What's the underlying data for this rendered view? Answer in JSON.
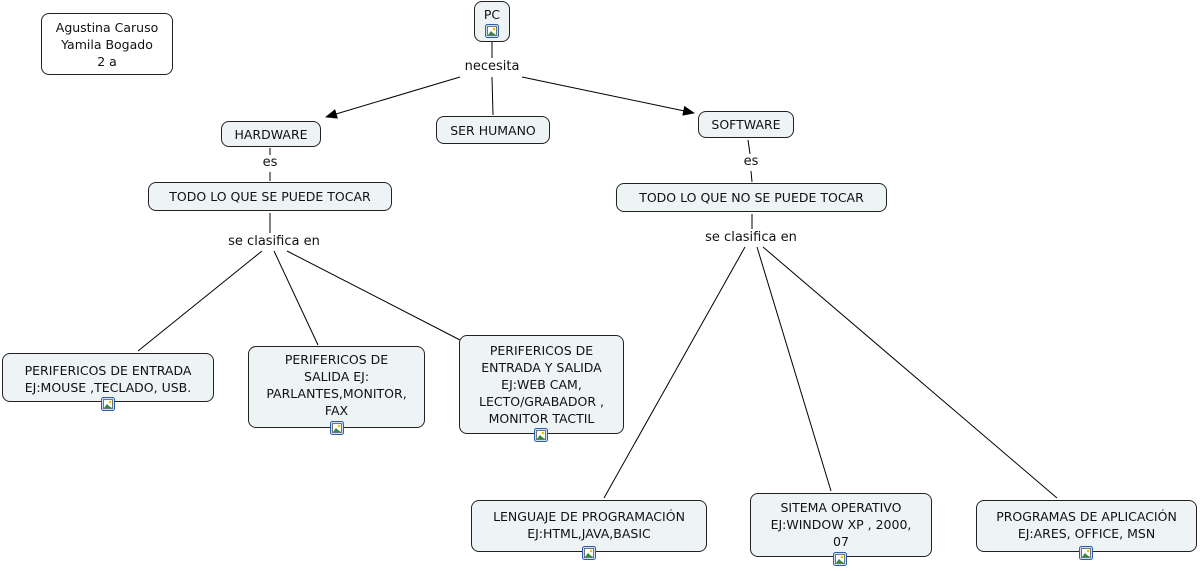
{
  "authors": "Agustina Caruso\nYamila Bogado\n2 a",
  "nodes": {
    "pc": "PC",
    "hardware": "HARDWARE",
    "ser_humano": "SER HUMANO",
    "software": "SOFTWARE",
    "hw_def": "TODO LO QUE SE PUEDE TOCAR",
    "sw_def": "TODO LO QUE NO SE PUEDE TOCAR",
    "perif_entrada": "PERIFERICOS DE ENTRADA\nEJ:MOUSE ,TECLADO, USB.",
    "perif_salida": "PERIFERICOS DE\nSALIDA EJ:\nPARLANTES,MONITOR,\nFAX",
    "perif_es": "PERIFERICOS DE\nENTRADA Y SALIDA\nEJ:WEB CAM,\nLECTO/GRABADOR ,\n MONITOR TACTIL",
    "lenguaje": "LENGUAJE DE PROGRAMACIÓN\nEJ:HTML,JAVA,BASIC",
    "sistema": "SITEMA OPERATIVO\nEJ:WINDOW XP , 2000,\n07",
    "programas": "PROGRAMAS DE APLICACIÓN\nEJ:ARES, OFFICE, MSN"
  },
  "links": {
    "necesita": "necesita",
    "es_hw": "es",
    "es_sw": "es",
    "clasifica_hw": "se clasifica en",
    "clasifica_sw": "se clasifica en"
  },
  "icons": {
    "attached": "image-icon"
  }
}
